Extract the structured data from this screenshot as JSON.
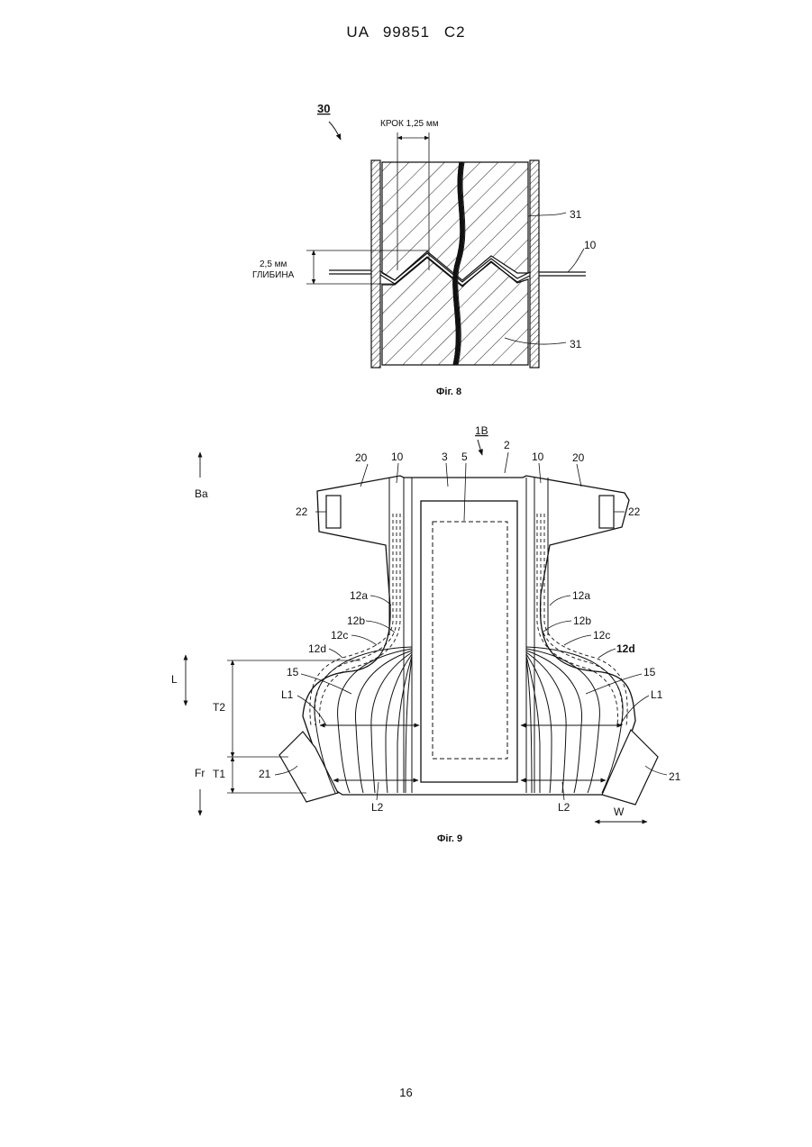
{
  "header": {
    "doc_id": "UA   99851   C2"
  },
  "footer": {
    "page_number": "16"
  },
  "figure8": {
    "caption": "Фіг. 8",
    "ref_main": "30",
    "pitch_label": "КРОК  1,25 мм",
    "depth_label_1": "2,5 мм",
    "depth_label_2": "ГЛИБИНА",
    "label_roll_top": "31",
    "label_roll_bottom": "31",
    "label_sheet": "10"
  },
  "figure9": {
    "caption": "Фіг. 9",
    "ref_main": "1B",
    "labels": {
      "n2": "2",
      "n3": "3",
      "n5": "5",
      "n10_left": "10",
      "n10_right": "10",
      "n20_left": "20",
      "n20_right": "20",
      "n22_left": "22",
      "n22_right": "22",
      "n12a_left": "12a",
      "n12a_right": "12a",
      "n12b_left": "12b",
      "n12b_right": "12b",
      "n12c_left": "12c",
      "n12c_right": "12c",
      "n12d_left": "12d",
      "n12d_right": "12d",
      "n15_left": "15",
      "n15_right": "15",
      "L1_left": "L1",
      "L1_right": "L1",
      "L2_left": "L2",
      "L2_right": "L2",
      "n21_left": "21",
      "n21_right": "21",
      "T1": "T1",
      "T2": "T2",
      "Ba": "Ba",
      "Fr": "Fr",
      "L": "L",
      "W": "W"
    }
  }
}
